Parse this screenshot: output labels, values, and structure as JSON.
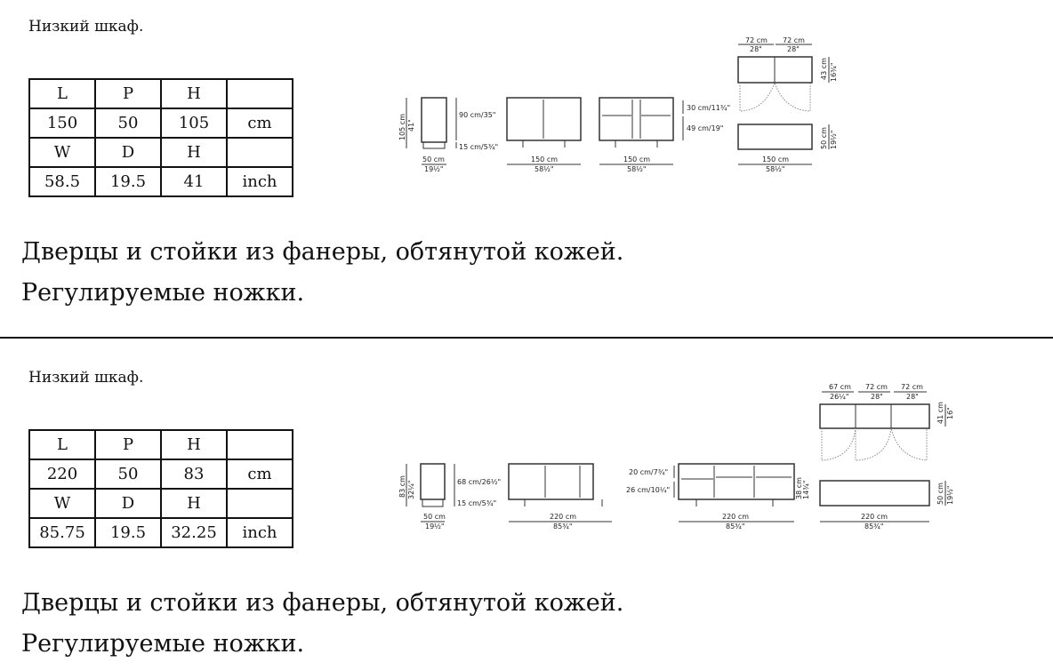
{
  "sections": [
    {
      "title": "Низкий шкаф.",
      "table": [
        [
          "L",
          "P",
          "H",
          ""
        ],
        [
          "150",
          "50",
          "105",
          "cm"
        ],
        [
          "W",
          "D",
          "H",
          ""
        ],
        [
          "58.5",
          "19.5",
          "41",
          "inch"
        ]
      ],
      "desc": [
        "Дверцы и стойки из фанеры, обтянутой кожей.",
        "Регулируемые ножки."
      ],
      "drawing": {
        "side_h": "105 cm",
        "side_h_in": "41\"",
        "body_h": "90 cm/35\"",
        "leg_h": "15 cm/5¾\"",
        "depth": "50 cm",
        "depth_in": "19½\"",
        "width": "150 cm",
        "width_in": "58½\"",
        "shelf_top": "30 cm/11¾\"",
        "shelf_bottom": "49 cm/19\"",
        "top_depth": "43 cm",
        "top_depth_in": "16¾\"",
        "plan_depth": "50 cm",
        "plan_depth_in": "19½\"",
        "door_widths": [
          {
            "cm": "72 cm",
            "in": "28\""
          },
          {
            "cm": "72 cm",
            "in": "28\""
          }
        ]
      }
    },
    {
      "title": "Низкий шкаф.",
      "table": [
        [
          "L",
          "P",
          "H",
          ""
        ],
        [
          "220",
          "50",
          "83",
          "cm"
        ],
        [
          "W",
          "D",
          "H",
          ""
        ],
        [
          "85.75",
          "19.5",
          "32.25",
          "inch"
        ]
      ],
      "desc": [
        "Дверцы и стойки из фанеры, обтянутой кожей.",
        "Регулируемые ножки."
      ],
      "drawing": {
        "side_h": "83 cm",
        "side_h_in": "32¼\"",
        "body_h": "68 cm/26½\"",
        "leg_h": "15 cm/5¾\"",
        "depth": "50 cm",
        "depth_in": "19½\"",
        "width": "220 cm",
        "width_in": "85¾\"",
        "shelf_top": "20 cm/7¾\"",
        "shelf_bottom": "26 cm/10¼\"",
        "inner_h": "38 cm",
        "inner_h_in": "14¾\"",
        "top_depth": "41 cm",
        "top_depth_in": "16\"",
        "plan_depth": "50 cm",
        "plan_depth_in": "19½\"",
        "door_widths": [
          {
            "cm": "67 cm",
            "in": "26¼\""
          },
          {
            "cm": "72 cm",
            "in": "28\""
          },
          {
            "cm": "72 cm",
            "in": "28\""
          }
        ]
      }
    }
  ]
}
